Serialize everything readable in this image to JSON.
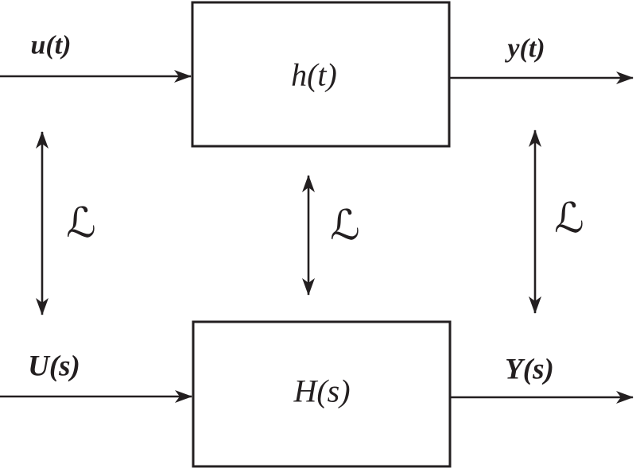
{
  "figure": {
    "background_color": "#ffffff",
    "ink_color": "#231f20",
    "transform_symbol": "ℒ",
    "time_domain": {
      "input_label": "u(t)",
      "block_label": "h(t)",
      "output_label": "y(t)"
    },
    "laplace_domain": {
      "input_label": "U(s)",
      "block_label": "H(s)",
      "output_label": "Y(s)"
    }
  }
}
